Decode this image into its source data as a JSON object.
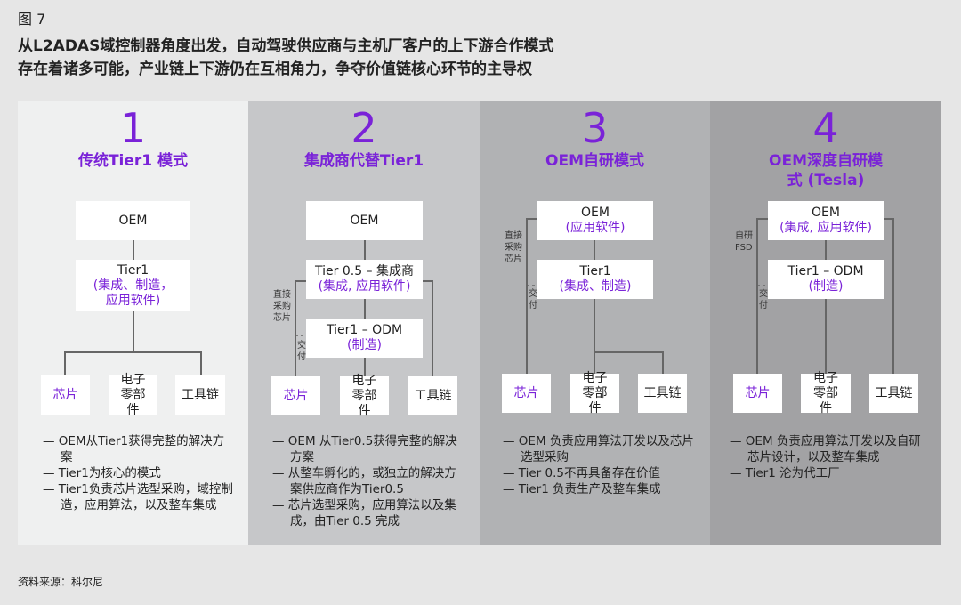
{
  "figure_label": "图 7",
  "headline": [
    "从L2ADAS域控制器角度出发，自动驾驶供应商与主机厂客户的上下游合作模式",
    "存在着诸多可能，产业链上下游仍在互相角力，争夺价值链核心环节的主导权"
  ],
  "source": "资料来源：科尔尼",
  "colors": {
    "accent": "#7a22d8",
    "panel1": "#eff0f0",
    "panel2": "#c6c7c9",
    "panel3": "#b1b2b4",
    "panel4": "#a2a2a4"
  },
  "panels": [
    {
      "num": "1",
      "title": "传统Tier1 模式",
      "oem": "OEM",
      "mid": "Tier1",
      "mid_sub": "(集成、制造，应用软件)",
      "chip": "芯片",
      "elec": "电子零部件",
      "tools": "工具链",
      "bullets": [
        "— OEM从Tier1获得完整的解决方案",
        "— Tier1为核心的模式",
        "— Tier1负责芯片选型采购，域控制造，应用算法，以及整车集成"
      ]
    },
    {
      "num": "2",
      "title": "集成商代替Tier1",
      "oem": "OEM",
      "mid": "Tier 0.5 – 集成商",
      "mid_sub": "(集成, 应用软件)",
      "low": "Tier1 – ODM",
      "low_sub": "(制造)",
      "side1": "直接采购芯片",
      "side2": "交付",
      "chip": "芯片",
      "elec": "电子零部件",
      "tools": "工具链",
      "bullets": [
        "— OEM 从Tier0.5获得完整的解决方案",
        "— 从整车孵化的，或独立的解决方案供应商作为Tier0.5",
        "— 芯片选型采购，应用算法以及集成，由Tier 0.5 完成"
      ]
    },
    {
      "num": "3",
      "title": "OEM自研模式",
      "oem": "OEM",
      "oem_sub": "(应用软件)",
      "mid": "Tier1",
      "mid_sub": "(集成、制造)",
      "side1": "直接采购芯片",
      "side2": "交付",
      "chip": "芯片",
      "elec": "电子零部件",
      "tools": "工具链",
      "bullets": [
        "— OEM 负责应用算法开发以及芯片选型采购",
        "— Tier 0.5不再具备存在价值",
        "— Tier1 负责生产及整车集成"
      ]
    },
    {
      "num": "4",
      "title": "OEM深度自研模式 (Tesla)",
      "oem": "OEM",
      "oem_sub": "(集成, 应用软件)",
      "mid": "Tier1 – ODM",
      "mid_sub": "(制造)",
      "side1": "自研FSD",
      "side2": "交付",
      "chip": "芯片",
      "elec": "电子零部件",
      "tools": "工具链",
      "bullets": [
        "— OEM 负责应用算法开发以及自研芯片设计，以及整车集成",
        "— Tier1 沦为代工厂"
      ]
    }
  ]
}
